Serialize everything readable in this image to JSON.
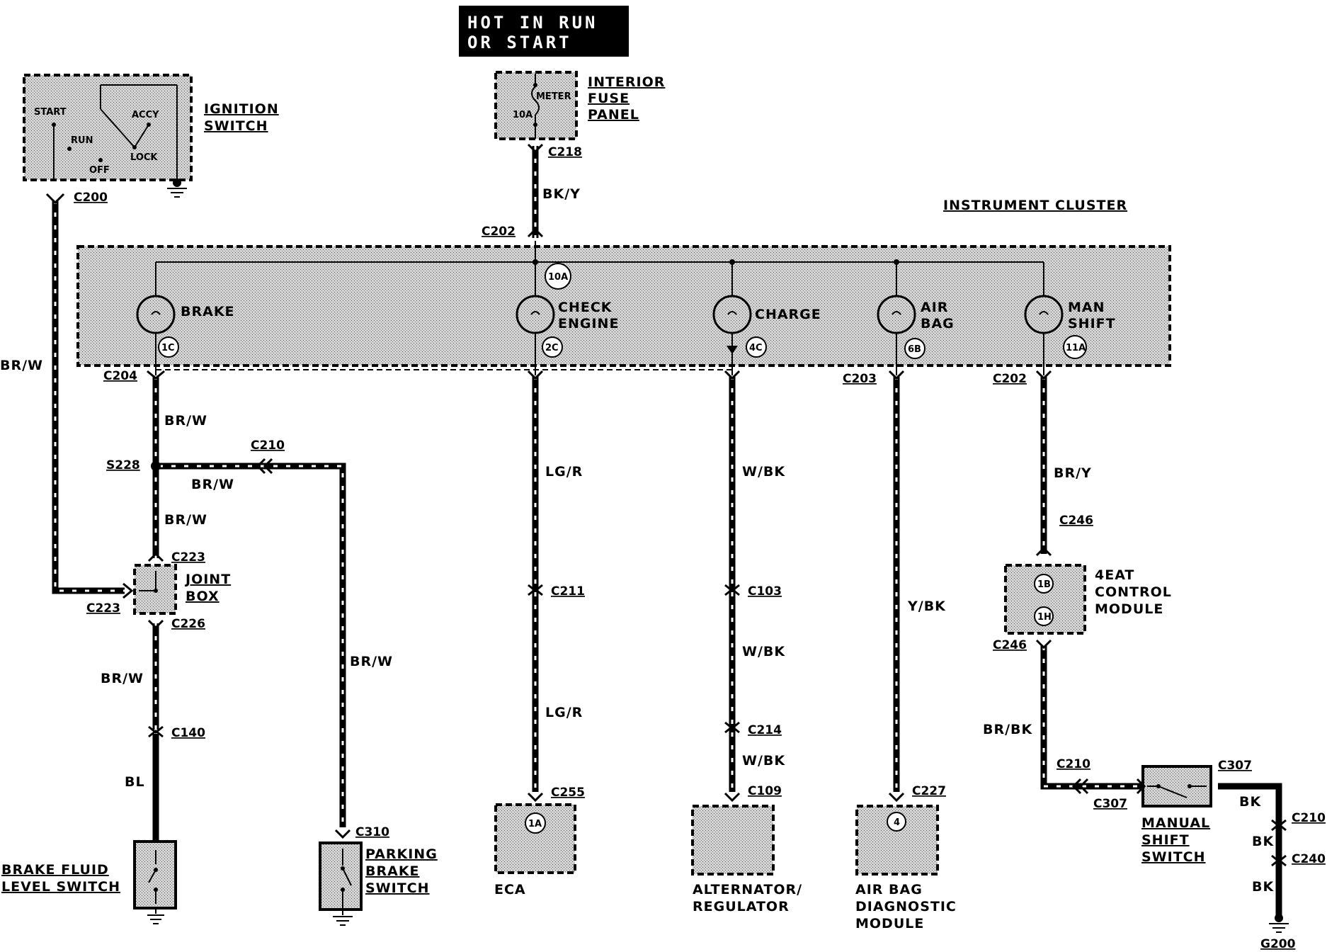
{
  "hot_label": [
    "HOT IN RUN",
    "OR START"
  ],
  "components": {
    "ignition_switch": {
      "title": [
        "IGNITION",
        "SWITCH"
      ],
      "positions": [
        "START",
        "ACCY",
        "RUN",
        "LOCK",
        "OFF"
      ]
    },
    "interior_fuse_panel": {
      "title": [
        "INTERIOR",
        "FUSE",
        "PANEL"
      ],
      "fuse_name": "METER",
      "fuse_rating": "10A"
    },
    "instrument_cluster": {
      "title": "INSTRUMENT CLUSTER",
      "feed_pin": "10A",
      "lamps": [
        {
          "label": [
            "BRAKE"
          ],
          "pin": "1C"
        },
        {
          "label": [
            "CHECK",
            "ENGINE"
          ],
          "pin": "2C"
        },
        {
          "label": [
            "CHARGE"
          ],
          "pin": "4C"
        },
        {
          "label": [
            "AIR",
            "BAG"
          ],
          "pin": "6B"
        },
        {
          "label": [
            "MAN",
            "SHIFT"
          ],
          "pin": "11A"
        }
      ]
    },
    "joint_box": {
      "title": [
        "JOINT",
        "BOX"
      ]
    },
    "brake_fluid_switch": {
      "title": [
        "BRAKE FLUID",
        "LEVEL SWITCH"
      ]
    },
    "parking_brake_switch": {
      "title": [
        "PARKING",
        "BRAKE",
        "SWITCH"
      ]
    },
    "eca": {
      "title": "ECA",
      "pin": "1A"
    },
    "alternator": {
      "title": [
        "ALTERNATOR/",
        "REGULATOR"
      ]
    },
    "air_bag_module": {
      "title": [
        "AIR BAG",
        "DIAGNOSTIC",
        "MODULE"
      ],
      "pin": "4"
    },
    "control_module_4eat": {
      "title": [
        "4EAT",
        "CONTROL",
        "MODULE"
      ],
      "pins": [
        "1B",
        "1H"
      ]
    },
    "manual_shift_switch": {
      "title": [
        "MANUAL",
        "SHIFT",
        "SWITCH"
      ]
    }
  },
  "connectors": {
    "c218": "C218",
    "c202_top": "C202",
    "c200": "C200",
    "c204": "C204",
    "c203": "C203",
    "c202_right": "C202",
    "c210_a": "C210",
    "s228": "S228",
    "c223_top": "C223",
    "c223_left": "C223",
    "c226": "C226",
    "c140": "C140",
    "c310": "C310",
    "c211": "C211",
    "c255": "C255",
    "c103": "C103",
    "c214": "C214",
    "c109": "C109",
    "c227": "C227",
    "c246_top": "C246",
    "c246_bottom": "C246",
    "c210_b": "C210",
    "c307_left": "C307",
    "c307_right": "C307",
    "c210_c": "C210",
    "c240": "C240",
    "g200": "G200"
  },
  "wires": {
    "bk_y": "BK/Y",
    "br_w_left": "BR/W",
    "br_w_1": "BR/W",
    "br_w_2": "BR/W",
    "br_w_3": "BR/W",
    "br_w_4": "BR/W",
    "br_w_5": "BR/W",
    "bl": "BL",
    "lg_r_1": "LG/R",
    "lg_r_2": "LG/R",
    "w_bk_1": "W/BK",
    "w_bk_2": "W/BK",
    "w_bk_3": "W/BK",
    "y_bk": "Y/BK",
    "br_y": "BR/Y",
    "br_bk": "BR/BK",
    "bk_1": "BK",
    "bk_2": "BK",
    "bk_3": "BK"
  }
}
